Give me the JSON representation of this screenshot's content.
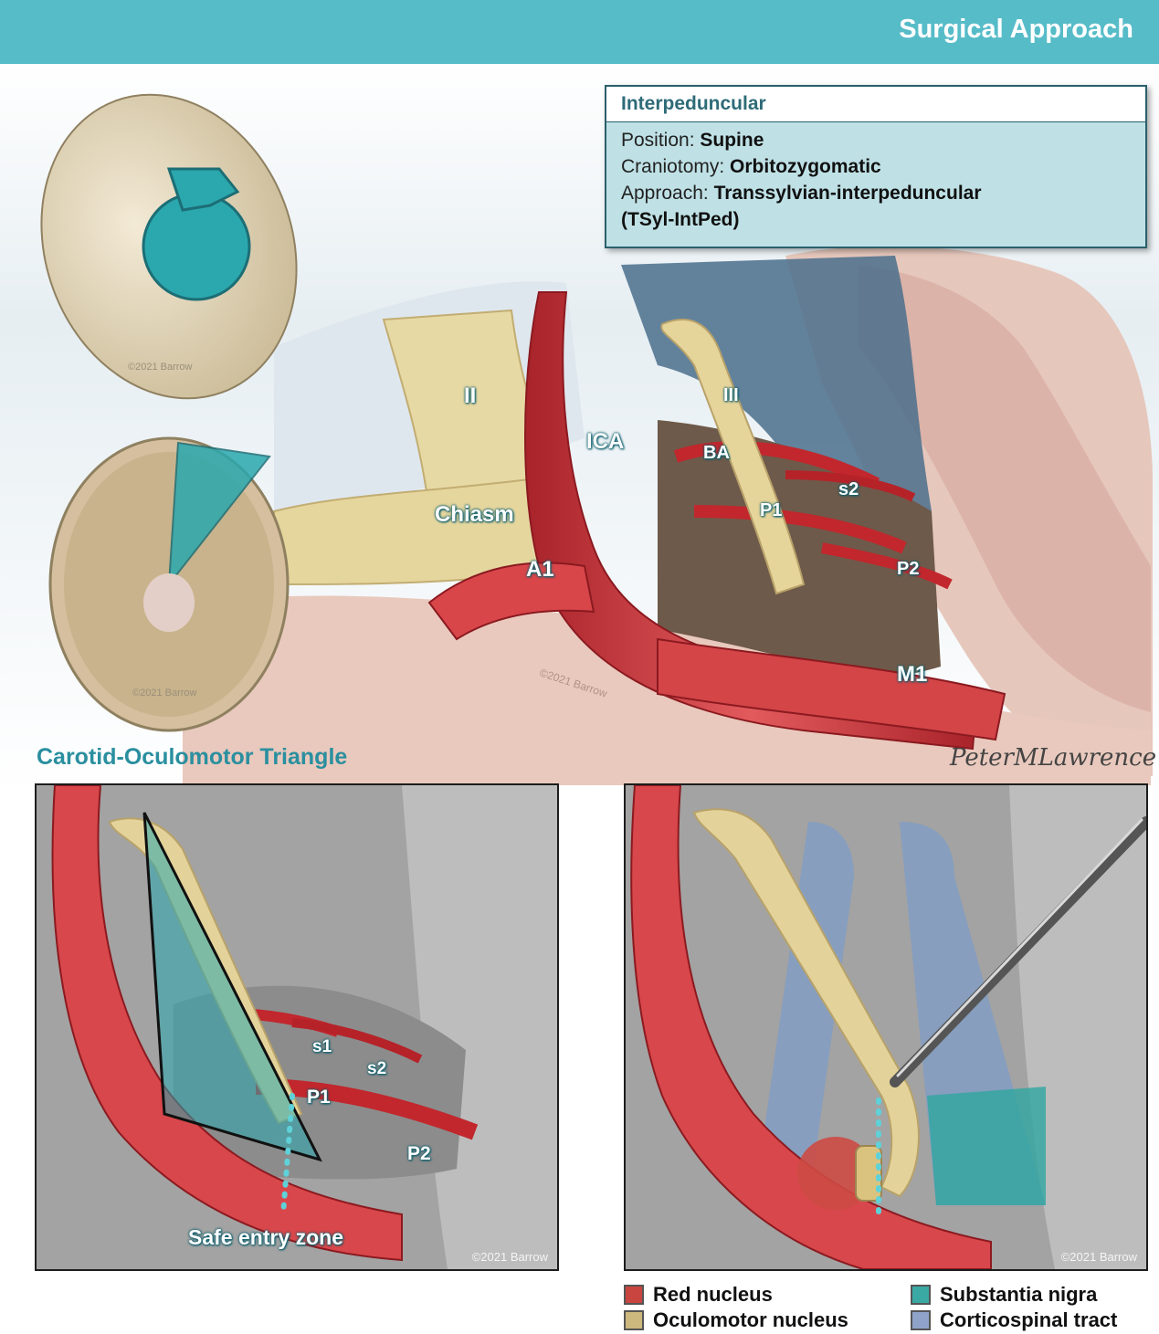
{
  "header": {
    "title": "Surgical Approach"
  },
  "info_box": {
    "title": "Interpeduncular",
    "position_label": "Position: ",
    "position_value": "Supine",
    "craniotomy_label": "Craniotomy: ",
    "craniotomy_value": "Orbitozygomatic",
    "approach_label": "Approach: ",
    "approach_value": "Transsylvian-interpeduncular",
    "approach_abbrev": "(TSyl-IntPed)"
  },
  "main_labels": {
    "II": "II",
    "chiasm": "Chiasm",
    "ICA": "ICA",
    "III": "III",
    "BA": "BA",
    "s2": "s2",
    "P1": "P1",
    "P2": "P2",
    "A1": "A1",
    "M1": "M1"
  },
  "copyright": "©2021 Barrow",
  "signature": "PeterMLawrence",
  "section_title": "Carotid-Oculomotor Triangle",
  "left_panel": {
    "s1": "s1",
    "s2": "s2",
    "P1": "P1",
    "P2": "P2",
    "safe_entry": "Safe entry zone",
    "copyright": "©2021 Barrow"
  },
  "right_panel": {
    "copyright": "©2021 Barrow"
  },
  "legend": [
    {
      "label": "Red nucleus",
      "color": "#c8463f"
    },
    {
      "label": "Oculomotor nucleus",
      "color": "#cdb87d"
    },
    {
      "label": "Substantia nigra",
      "color": "#3aa9a4"
    },
    {
      "label": "Corticospinal tract",
      "color": "#8fa3c9"
    }
  ],
  "colors": {
    "accent": "#56bcc8",
    "artery": "#cf3c3f",
    "nerve": "#e3d39a",
    "teal": "#2aa8ae"
  }
}
